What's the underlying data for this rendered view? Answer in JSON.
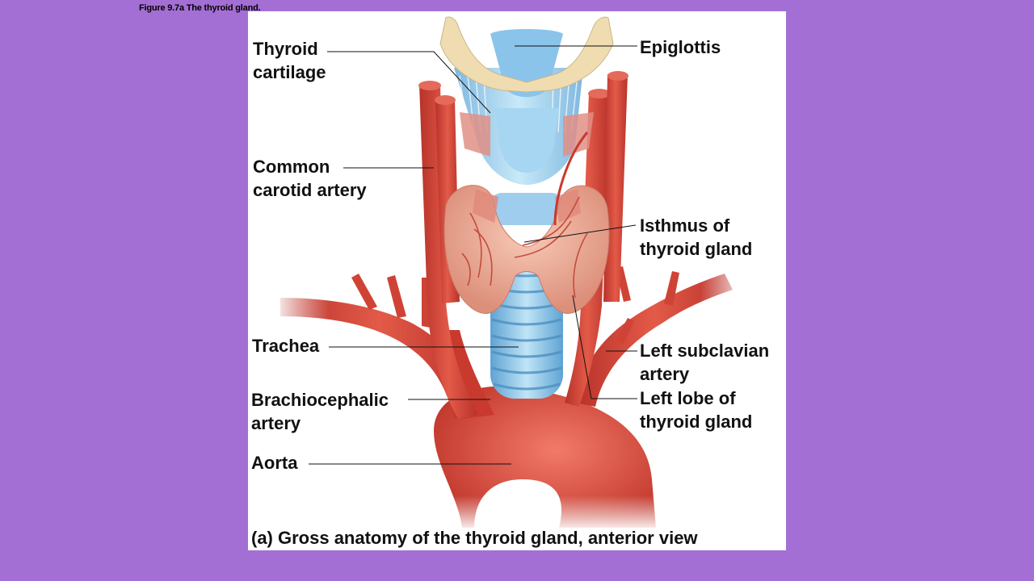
{
  "figure_title": "Figure  9.7a The thyroid  gland.",
  "labels": {
    "thyroid_cartilage": "Thyroid\ncartilage",
    "epiglottis": "Epiglottis",
    "common_carotid": "Common\ncarotid artery",
    "isthmus": "Isthmus of\nthyroid gland",
    "trachea": "Trachea",
    "left_subclavian": "Left subclavian\nartery",
    "brachiocephalic": "Brachiocephalic\nartery",
    "left_lobe": "Left lobe of\nthyroid gland",
    "aorta": "Aorta"
  },
  "caption": "(a) Gross anatomy of the thyroid gland, anterior view",
  "colors": {
    "background": "#a46fd4",
    "panel": "#ffffff",
    "artery": "#d9473a",
    "artery_dark": "#b8322a",
    "cartilage_blue": "#9fd1ee",
    "epiglottis_bone": "#efdcb0",
    "thyroid_tissue": "#f1b7a3"
  }
}
